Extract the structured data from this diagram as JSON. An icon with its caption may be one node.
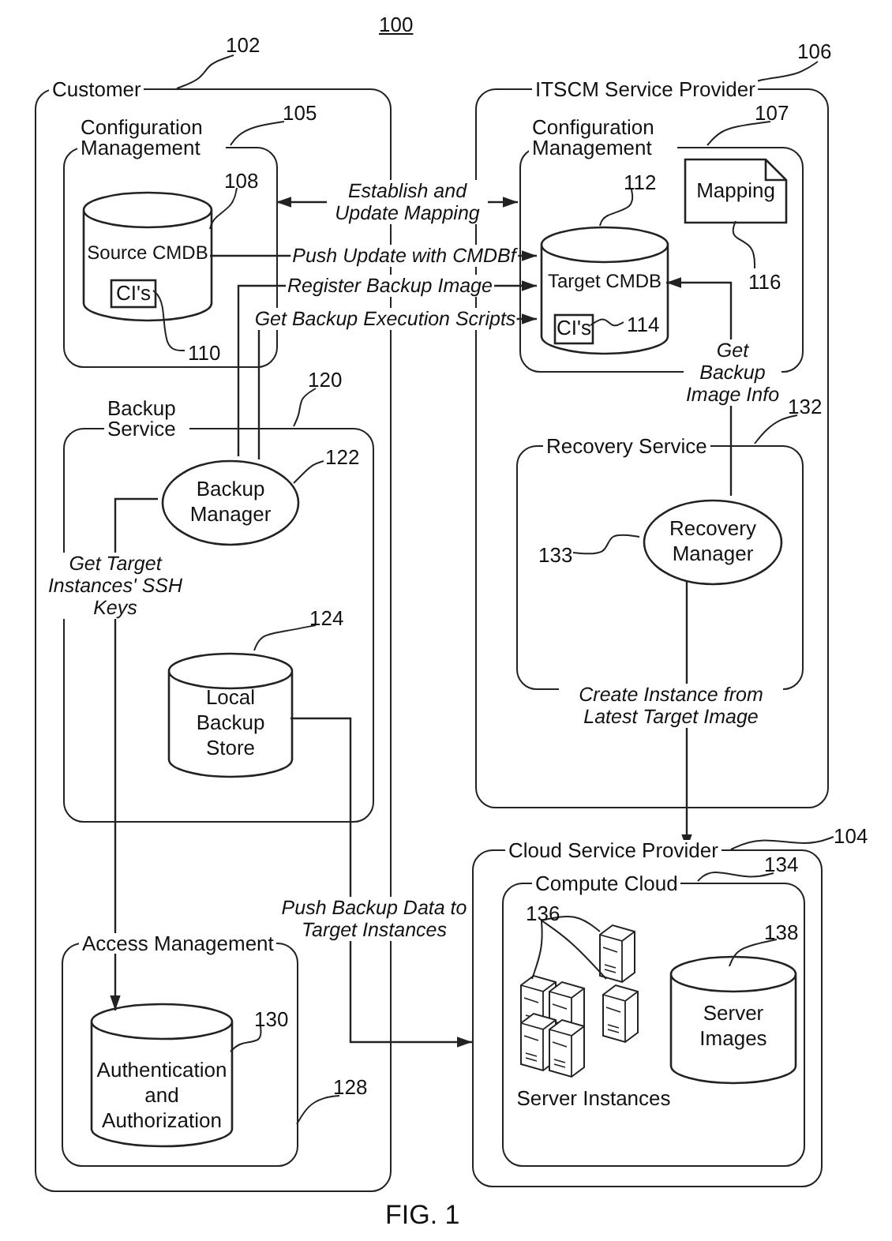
{
  "diagram": {
    "title": "100",
    "caption": "FIG. 1",
    "nodes": [
      {
        "text": [
          "Customer"
        ]
      },
      {
        "text": [
          "Configuration Management"
        ],
        "in": 0
      },
      {
        "text": [
          "Source CMDB"
        ],
        "in": 1
      },
      {
        "text": [
          "CI's"
        ],
        "in": 2
      },
      {
        "text": [
          "Backup Service"
        ],
        "in": 0
      },
      {
        "text": [
          "Backup Manager"
        ],
        "in": 4
      },
      {
        "text": [
          "Local Backup Store"
        ],
        "in": 4
      },
      {
        "text": [
          "Access Management"
        ],
        "in": 0
      },
      {
        "text": [
          "Authentication and Authorization"
        ],
        "in": 7
      },
      {
        "text": [
          "ITSCM Service Provider"
        ]
      },
      {
        "text": [
          "Configuration Management"
        ],
        "in": 9
      },
      {
        "text": [
          "Mapping"
        ],
        "in": 10
      },
      {
        "text": [
          "Target CMDB"
        ],
        "in": 10
      },
      {
        "text": [
          "CI's"
        ],
        "in": 12
      },
      {
        "text": [
          "Recovery Service"
        ],
        "in": 9
      },
      {
        "text": [
          "Recovery Manager"
        ],
        "in": 14
      },
      {
        "text": [
          "Cloud Service Provider"
        ]
      },
      {
        "text": [
          "Compute Cloud"
        ],
        "in": 16
      },
      {
        "text": [
          "Server Instances"
        ],
        "in": 17
      },
      {
        "text": [
          "Server Images"
        ],
        "in": 17
      },
      {
        "text": [
          "102"
        ]
      },
      {
        "text": [
          "105"
        ],
        "in": 0
      },
      {
        "text": [
          "108"
        ],
        "in": 1
      },
      {
        "text": [
          "110"
        ],
        "in": 1
      },
      {
        "text": [
          "120"
        ],
        "in": 0
      },
      {
        "text": [
          "122"
        ],
        "in": 4
      },
      {
        "text": [
          "124"
        ],
        "in": 4
      },
      {
        "text": [
          "130"
        ],
        "in": 7
      },
      {
        "text": [
          "128"
        ],
        "in": 0
      },
      {
        "text": [
          "106"
        ]
      },
      {
        "text": [
          "107"
        ],
        "in": 9
      },
      {
        "text": [
          "112"
        ],
        "in": 10
      },
      {
        "text": [
          "116"
        ],
        "in": 10
      },
      {
        "text": [
          "114"
        ],
        "in": 12
      },
      {
        "text": [
          "132"
        ],
        "in": 9
      },
      {
        "text": [
          "133"
        ],
        "in": 14
      },
      {
        "text": [
          "104"
        ]
      },
      {
        "text": [
          "134"
        ],
        "in": 16
      },
      {
        "text": [
          "136"
        ],
        "in": 17
      },
      {
        "text": [
          "138"
        ],
        "in": 17
      }
    ],
    "edges": [
      {
        "from": 1,
        "to": 10,
        "arrow": "both",
        "label": "Establish and Update Mapping"
      },
      {
        "from": 2,
        "to": 12,
        "arrow": "to",
        "label": "Push Update with CMDBf"
      },
      {
        "from": 5,
        "to": 12,
        "arrow": "to",
        "label": "Register Backup Image"
      },
      {
        "from": 5,
        "to": 12,
        "arrow": "to",
        "label": "Get Backup Execution Scripts"
      },
      {
        "from": 15,
        "to": 12,
        "arrow": "to",
        "label": "Get Backup Image Info"
      },
      {
        "from": 15,
        "to": 16,
        "arrow": "to",
        "label": "Create Instance from Latest Target Image"
      },
      {
        "from": 5,
        "to": 8,
        "arrow": "to",
        "label": "Get Target Instances' SSH Keys"
      },
      {
        "from": 6,
        "to": 16,
        "arrow": "to",
        "label": "Push Backup Data to Target Instances"
      },
      {
        "from": 20,
        "to": 0,
        "arrow": "none"
      },
      {
        "from": 21,
        "to": 1,
        "arrow": "none"
      },
      {
        "from": 22,
        "to": 2,
        "arrow": "none"
      },
      {
        "from": 23,
        "to": 3,
        "arrow": "none"
      },
      {
        "from": 24,
        "to": 4,
        "arrow": "none"
      },
      {
        "from": 25,
        "to": 5,
        "arrow": "none"
      },
      {
        "from": 26,
        "to": 6,
        "arrow": "none"
      },
      {
        "from": 27,
        "to": 8,
        "arrow": "none"
      },
      {
        "from": 28,
        "to": 7,
        "arrow": "none"
      },
      {
        "from": 29,
        "to": 9,
        "arrow": "none"
      },
      {
        "from": 30,
        "to": 10,
        "arrow": "none"
      },
      {
        "from": 31,
        "to": 12,
        "arrow": "none"
      },
      {
        "from": 32,
        "to": 11,
        "arrow": "none"
      },
      {
        "from": 33,
        "to": 13,
        "arrow": "none"
      },
      {
        "from": 34,
        "to": 14,
        "arrow": "none"
      },
      {
        "from": 35,
        "to": 15,
        "arrow": "none"
      },
      {
        "from": 36,
        "to": 16,
        "arrow": "none"
      },
      {
        "from": 37,
        "to": 17,
        "arrow": "none"
      },
      {
        "from": 38,
        "to": 18,
        "arrow": "none"
      },
      {
        "from": 38,
        "to": 18,
        "arrow": "none"
      },
      {
        "from": 38,
        "to": 18,
        "arrow": "none"
      },
      {
        "from": 39,
        "to": 19,
        "arrow": "none"
      }
    ]
  }
}
